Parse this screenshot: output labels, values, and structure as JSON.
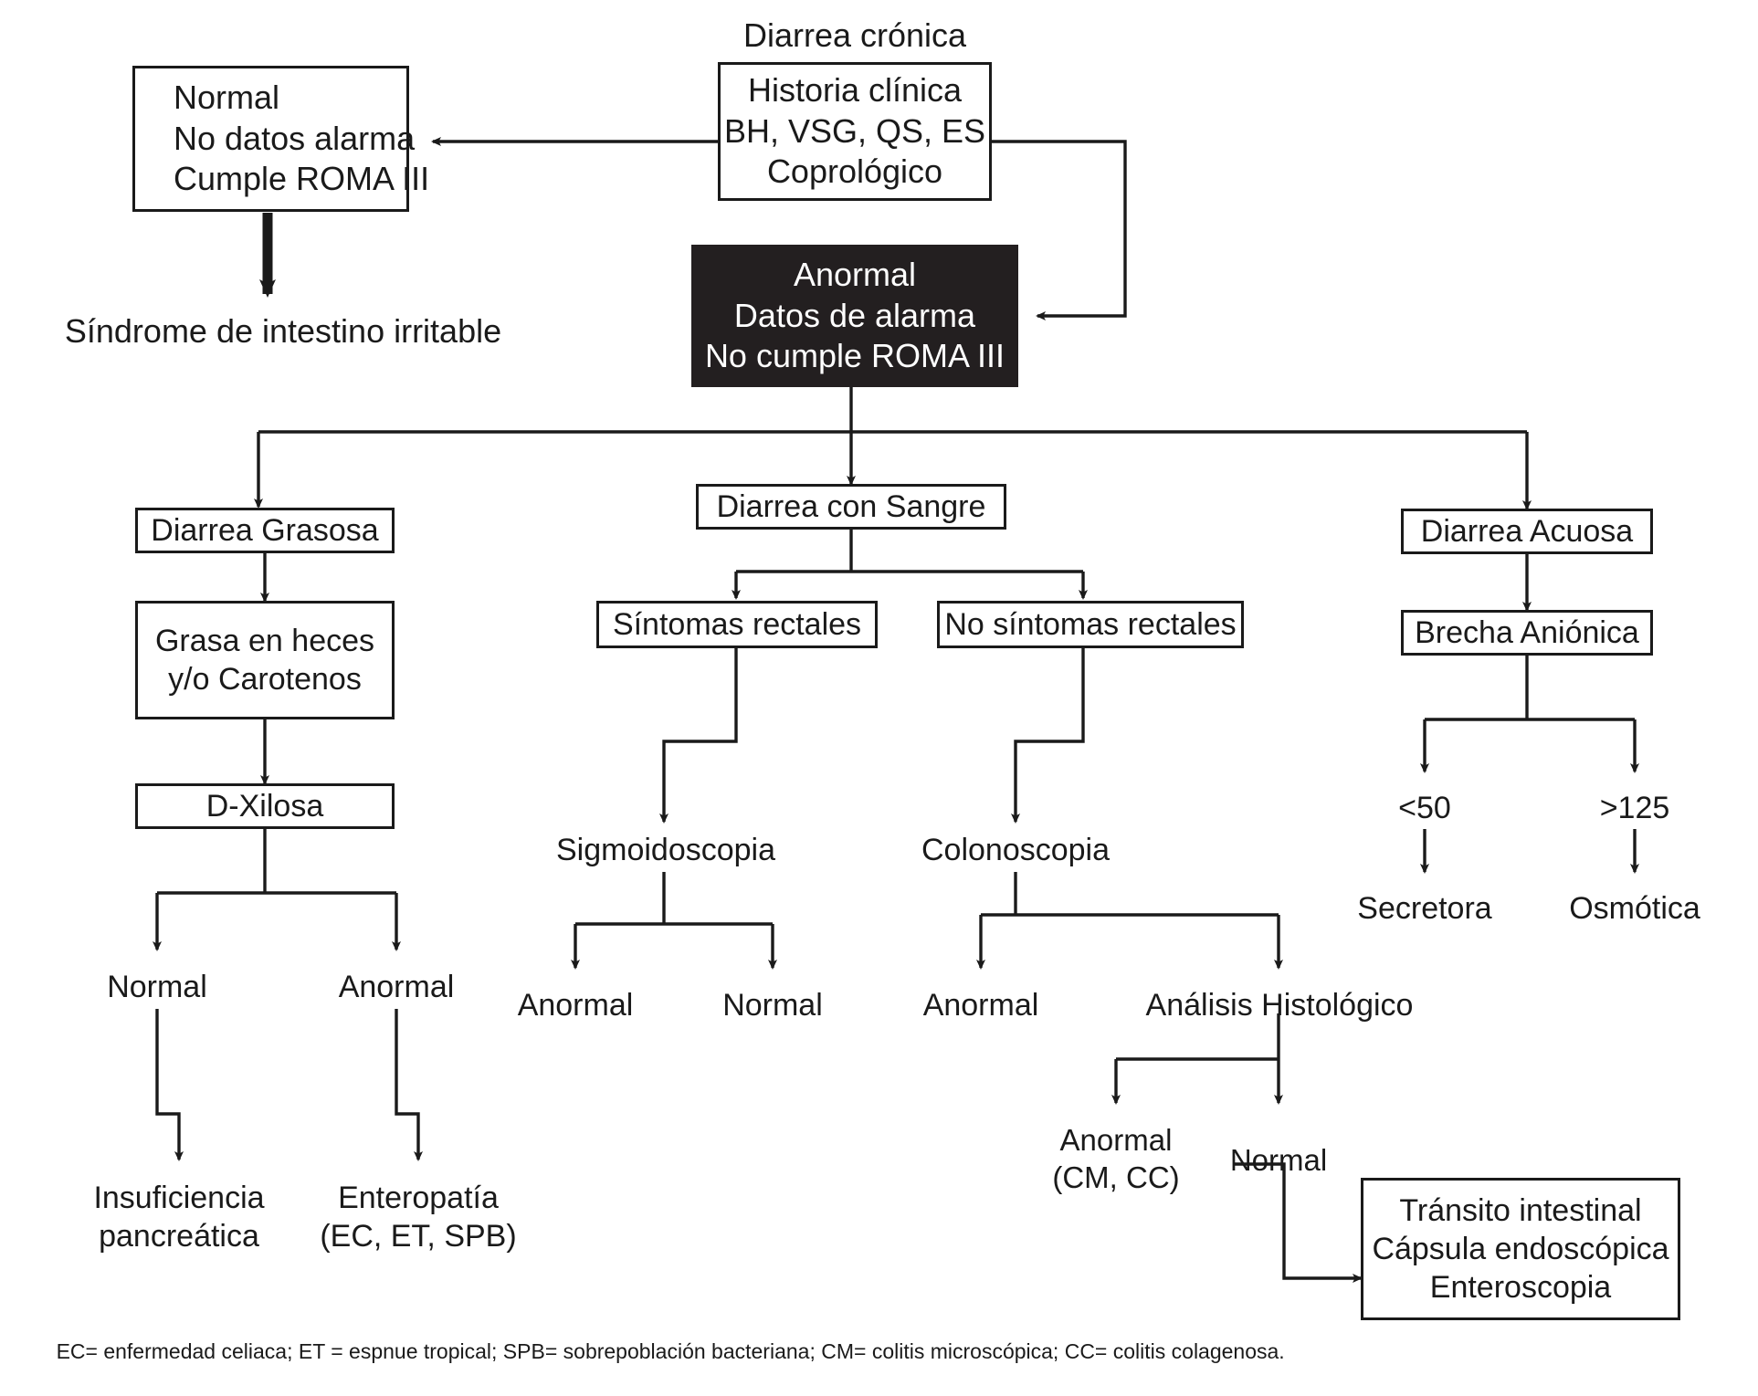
{
  "diagram": {
    "title": "Algoritmo diagnostico de diarrea cronica",
    "language": "es",
    "colors": {
      "stroke": "#1a1a1a",
      "fill_dark": "#231f20",
      "text_on_dark": "#ffffff",
      "background": "#ffffff"
    },
    "footnote": "EC= enfermedad celiaca; ET = espnue tropical; SPB= sobrepoblación bacteriana; CM= colitis microscópica; CC= colitis colagenosa."
  },
  "nodes": {
    "root_label": {
      "text": "Diarrea crónica"
    },
    "historia": {
      "line1": "Historia clínica",
      "line2": "BH, VSG, QS, ES",
      "line3": "Coprológico"
    },
    "normal_box": {
      "line1": "Normal",
      "line2": "No datos alarma",
      "line3": "Cumple ROMA III"
    },
    "sii": {
      "text": "Síndrome de intestino irritable"
    },
    "anormal_box": {
      "line1": "Anormal",
      "line2": "Datos de alarma",
      "line3": "No cumple ROMA III"
    },
    "grasosa": {
      "text": "Diarrea Grasosa"
    },
    "grasa_heces": {
      "line1": "Grasa en heces",
      "line2": "y/o Carotenos"
    },
    "dxilosa": {
      "text": "D-Xilosa"
    },
    "dx_normal": {
      "text": "Normal"
    },
    "dx_anormal": {
      "text": "Anormal"
    },
    "insuficiencia": {
      "line1": "Insuficiencia",
      "line2": "pancreática"
    },
    "enteropatia": {
      "line1": "Enteropatía",
      "line2": "(EC, ET, SPB)"
    },
    "con_sangre": {
      "text": "Diarrea con Sangre"
    },
    "sintomas_rectales": {
      "text": "Síntomas rectales"
    },
    "no_sintomas_rectales": {
      "text": "No síntomas rectales"
    },
    "sigmoidoscopia": {
      "text": "Sigmoidoscopia"
    },
    "sig_anormal": {
      "text": "Anormal"
    },
    "sig_normal": {
      "text": "Normal"
    },
    "colonoscopia": {
      "text": "Colonoscopia"
    },
    "col_anormal": {
      "text": "Anormal"
    },
    "analisis_histologico": {
      "text": "Análisis Histológico"
    },
    "ah_anormal": {
      "line1": "Anormal",
      "line2": "(CM, CC)"
    },
    "ah_normal": {
      "text": "Normal"
    },
    "transito": {
      "line1": "Tránsito intestinal",
      "line2": "Cápsula endoscópica",
      "line3": "Enteroscopia"
    },
    "acuosa": {
      "text": "Diarrea Acuosa"
    },
    "brecha": {
      "text": "Brecha Aniónica"
    },
    "lt50": {
      "text": "<50"
    },
    "gt125": {
      "text": ">125"
    },
    "secretora": {
      "text": "Secretora"
    },
    "osmotica": {
      "text": "Osmótica"
    }
  },
  "chart_data": {
    "type": "table",
    "title": "Diarrea crónica — algoritmo diagnóstico",
    "edges": [
      {
        "from": "historia",
        "to": "normal_box",
        "label": ""
      },
      {
        "from": "normal_box",
        "to": "sii",
        "label": ""
      },
      {
        "from": "historia",
        "to": "anormal_box",
        "label": ""
      },
      {
        "from": "anormal_box",
        "to": "grasosa",
        "label": ""
      },
      {
        "from": "anormal_box",
        "to": "con_sangre",
        "label": ""
      },
      {
        "from": "anormal_box",
        "to": "acuosa",
        "label": ""
      },
      {
        "from": "grasosa",
        "to": "grasa_heces",
        "label": ""
      },
      {
        "from": "grasa_heces",
        "to": "dxilosa",
        "label": ""
      },
      {
        "from": "dxilosa",
        "to": "dx_normal",
        "label": ""
      },
      {
        "from": "dxilosa",
        "to": "dx_anormal",
        "label": ""
      },
      {
        "from": "dx_normal",
        "to": "insuficiencia",
        "label": ""
      },
      {
        "from": "dx_anormal",
        "to": "enteropatia",
        "label": ""
      },
      {
        "from": "con_sangre",
        "to": "sintomas_rectales",
        "label": ""
      },
      {
        "from": "con_sangre",
        "to": "no_sintomas_rectales",
        "label": ""
      },
      {
        "from": "sintomas_rectales",
        "to": "sigmoidoscopia",
        "label": ""
      },
      {
        "from": "sigmoidoscopia",
        "to": "sig_anormal",
        "label": ""
      },
      {
        "from": "sigmoidoscopia",
        "to": "sig_normal",
        "label": ""
      },
      {
        "from": "no_sintomas_rectales",
        "to": "colonoscopia",
        "label": ""
      },
      {
        "from": "colonoscopia",
        "to": "col_anormal",
        "label": ""
      },
      {
        "from": "colonoscopia",
        "to": "analisis_histologico",
        "label": ""
      },
      {
        "from": "analisis_histologico",
        "to": "ah_anormal",
        "label": ""
      },
      {
        "from": "analisis_histologico",
        "to": "ah_normal",
        "label": ""
      },
      {
        "from": "ah_normal",
        "to": "transito",
        "label": ""
      },
      {
        "from": "acuosa",
        "to": "brecha",
        "label": ""
      },
      {
        "from": "brecha",
        "to": "lt50",
        "label": ""
      },
      {
        "from": "brecha",
        "to": "gt125",
        "label": ""
      },
      {
        "from": "lt50",
        "to": "secretora",
        "label": ""
      },
      {
        "from": "gt125",
        "to": "osmotica",
        "label": ""
      }
    ]
  }
}
